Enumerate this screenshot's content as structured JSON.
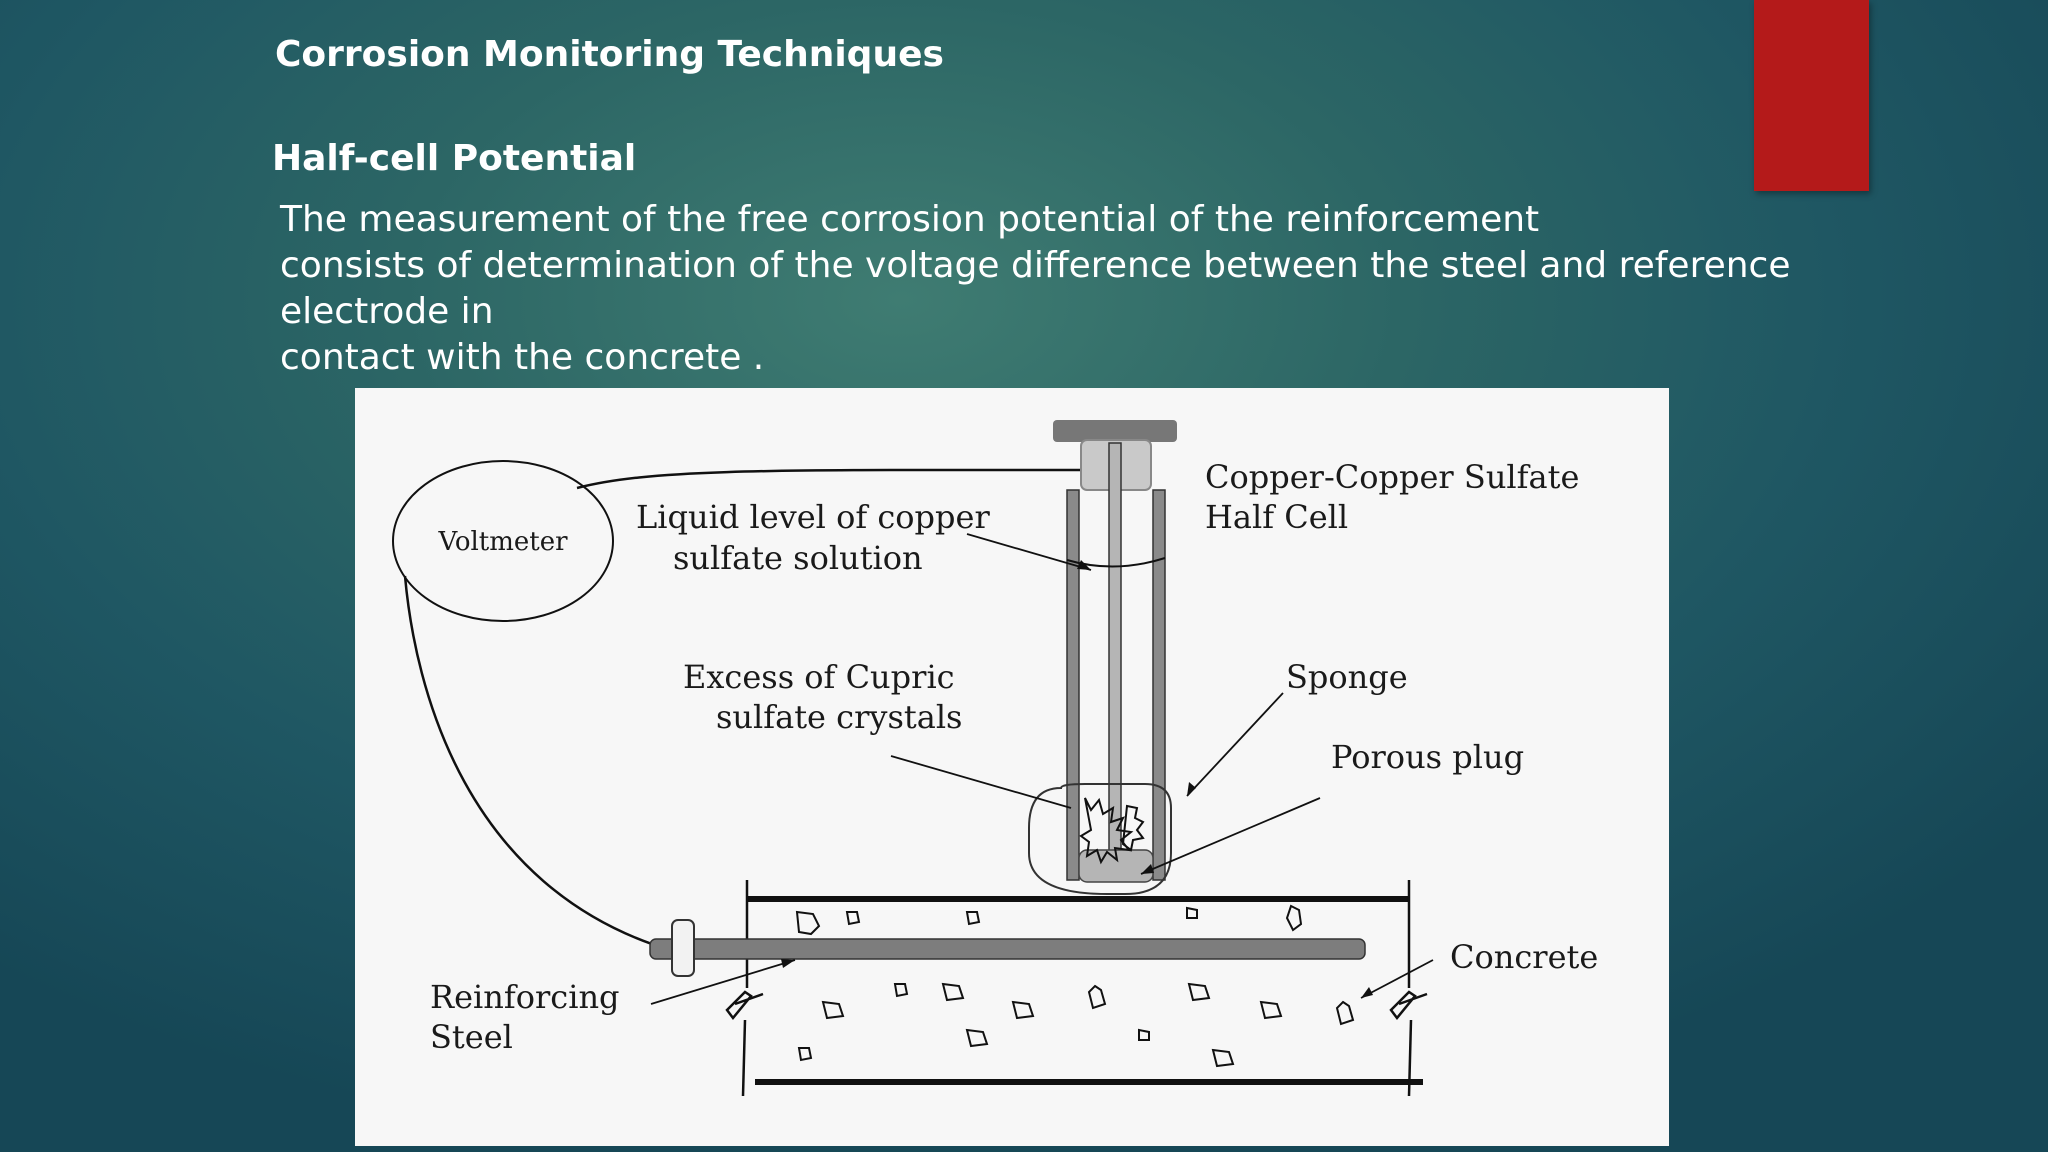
{
  "slide": {
    "title": "Corrosion Monitoring Techniques",
    "heading": "Half-cell Potential",
    "body_lines": [
      "The measurement of the free corrosion potential of the reinforcement",
      "consists of determination of the voltage difference between the steel and reference",
      "electrode in",
      "contact with the concrete ."
    ],
    "accent_color": "#b41a1a"
  },
  "diagram": {
    "labels": {
      "voltmeter": "Voltmeter",
      "liquid_level_1": "Liquid level of  copper",
      "liquid_level_2": "sulfate solution",
      "half_cell_1": "Copper-Copper Sulfate",
      "half_cell_2": "Half Cell",
      "excess_1": "Excess of Cupric",
      "excess_2": "sulfate crystals",
      "sponge": "Sponge",
      "porous_plug": "Porous plug",
      "concrete": "Concrete",
      "steel_1": "Reinforcing",
      "steel_2": "Steel"
    }
  }
}
